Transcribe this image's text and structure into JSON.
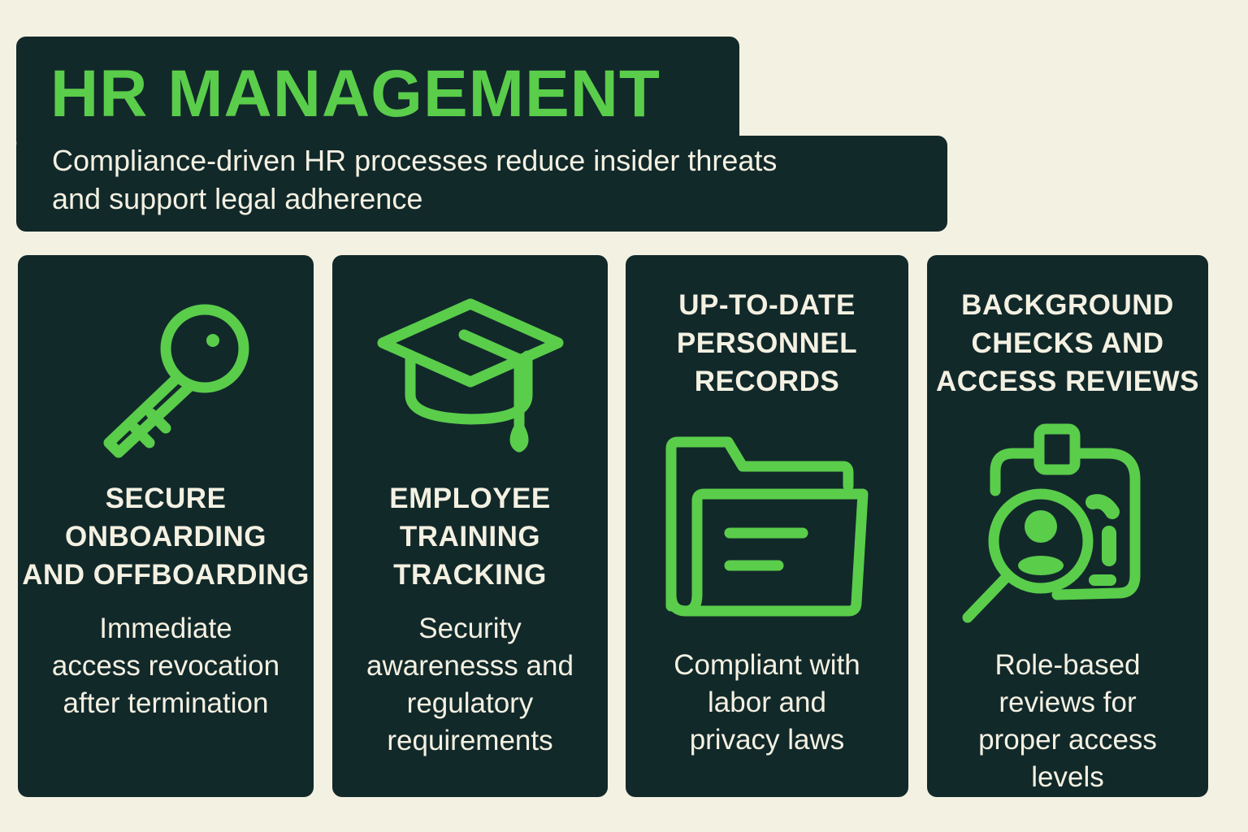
{
  "header": {
    "title": "HR MANAGEMENT",
    "subtitle": "Compliance-driven HR processes reduce insider threats\nand support legal adherence"
  },
  "colors": {
    "background": "#f3f1e2",
    "panel": "#12292a",
    "accent_green": "#5acd4b",
    "text_cream": "#f4f1e2"
  },
  "cards": [
    {
      "icon": "key-icon",
      "title": "SECURE\nONBOARDING\nAND OFFBOARDING",
      "description": "Immediate\naccess revocation\nafter termination"
    },
    {
      "icon": "graduation-cap-icon",
      "title": "EMPLOYEE\nTRAINING\nTRACKING",
      "description": "Security\nawarenesss and\nregulatory\nrequirements"
    },
    {
      "icon": "folder-document-icon",
      "title": "UP-TO-DATE\nPERSONNEL\nRECORDS",
      "description": "Compliant with\nlabor and\nprivacy laws"
    },
    {
      "icon": "id-badge-search-icon",
      "title": "BACKGROUND\nCHECKS AND\nACCESS REVIEWS",
      "description": "Role-based\nreviews for\nproper access\nlevels"
    }
  ]
}
